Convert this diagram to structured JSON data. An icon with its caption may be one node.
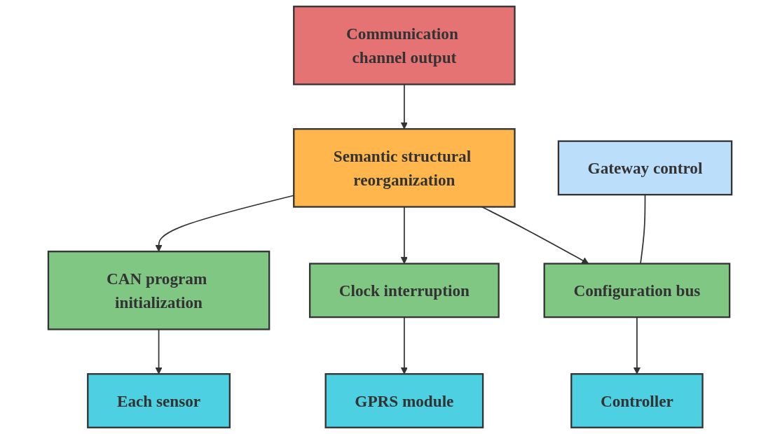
{
  "diagram": {
    "nodes": [
      {
        "text": [
          "Communication channel output"
        ]
      },
      {
        "text": [
          "Semantic structural reorganization"
        ]
      },
      {
        "text": [
          "Gateway control"
        ]
      },
      {
        "text": [
          "Configuration bus"
        ]
      },
      {
        "text": [
          "Clock interruption"
        ]
      },
      {
        "text": [
          "CAN program initialization"
        ]
      },
      {
        "text": [
          "Controller"
        ]
      },
      {
        "text": [
          "GPRS module"
        ]
      },
      {
        "text": [
          "Each sensor"
        ]
      }
    ],
    "edges": [
      {
        "from": 0,
        "to": 1,
        "arrow": "to"
      },
      {
        "from": 1,
        "to": 3,
        "arrow": "to"
      },
      {
        "from": 1,
        "to": 4,
        "arrow": "to"
      },
      {
        "from": 1,
        "to": 5,
        "arrow": "to"
      },
      {
        "from": 2,
        "to": 3,
        "arrow": "none"
      },
      {
        "from": 3,
        "to": 6,
        "arrow": "to"
      },
      {
        "from": 4,
        "to": 7,
        "arrow": "to"
      },
      {
        "from": 5,
        "to": 8,
        "arrow": "to"
      }
    ]
  }
}
